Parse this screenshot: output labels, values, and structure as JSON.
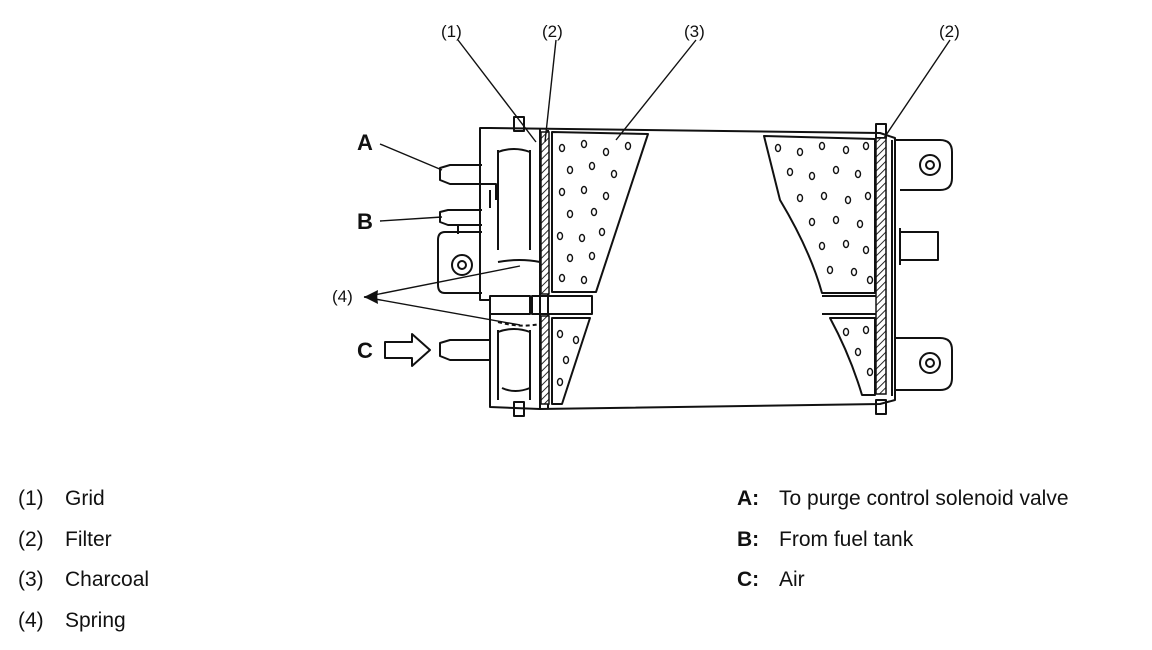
{
  "diagram": {
    "callouts": {
      "c1": "(1)",
      "c2a": "(2)",
      "c3": "(3)",
      "c2b": "(2)",
      "c4": "(4)"
    },
    "ports": {
      "a": "A",
      "b": "B",
      "c": "C"
    }
  },
  "legend": {
    "parts": [
      {
        "code": "(1)",
        "label": "Grid"
      },
      {
        "code": "(2)",
        "label": "Filter"
      },
      {
        "code": "(3)",
        "label": "Charcoal"
      },
      {
        "code": "(4)",
        "label": "Spring"
      }
    ],
    "ports": [
      {
        "code": "A:",
        "label": "To purge control solenoid valve"
      },
      {
        "code": "B:",
        "label": "From fuel tank"
      },
      {
        "code": "C:",
        "label": "Air"
      }
    ]
  }
}
